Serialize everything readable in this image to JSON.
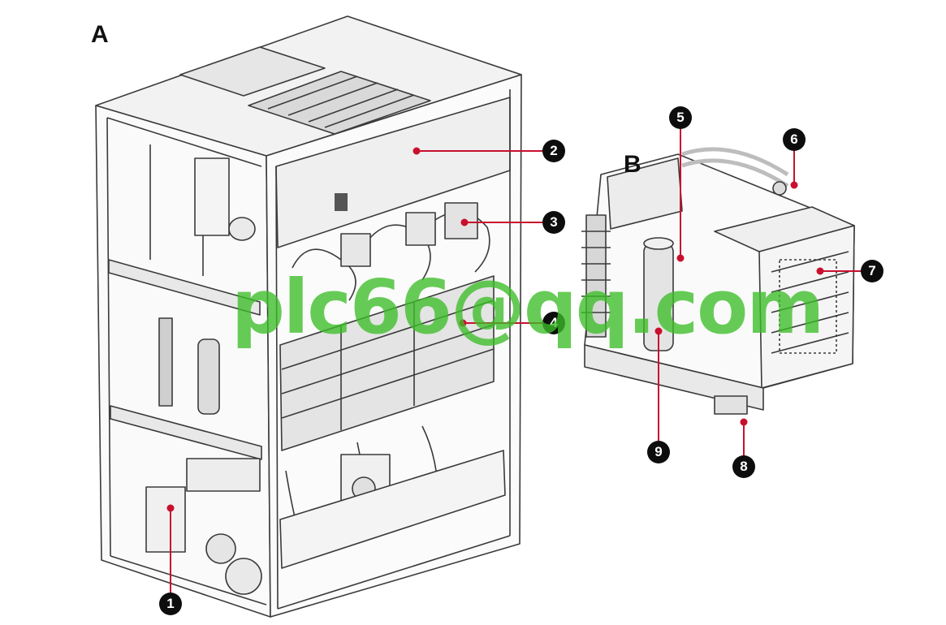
{
  "panels": {
    "a": "A",
    "b": "B"
  },
  "callouts": [
    "1",
    "2",
    "3",
    "4",
    "5",
    "6",
    "7",
    "8",
    "9"
  ],
  "watermark": "plc66@qq.com",
  "colors": {
    "leader": "#c8102e",
    "badge": "#0d0d0d",
    "line": "#3a3a3a",
    "watermark": "#3cbe28"
  }
}
